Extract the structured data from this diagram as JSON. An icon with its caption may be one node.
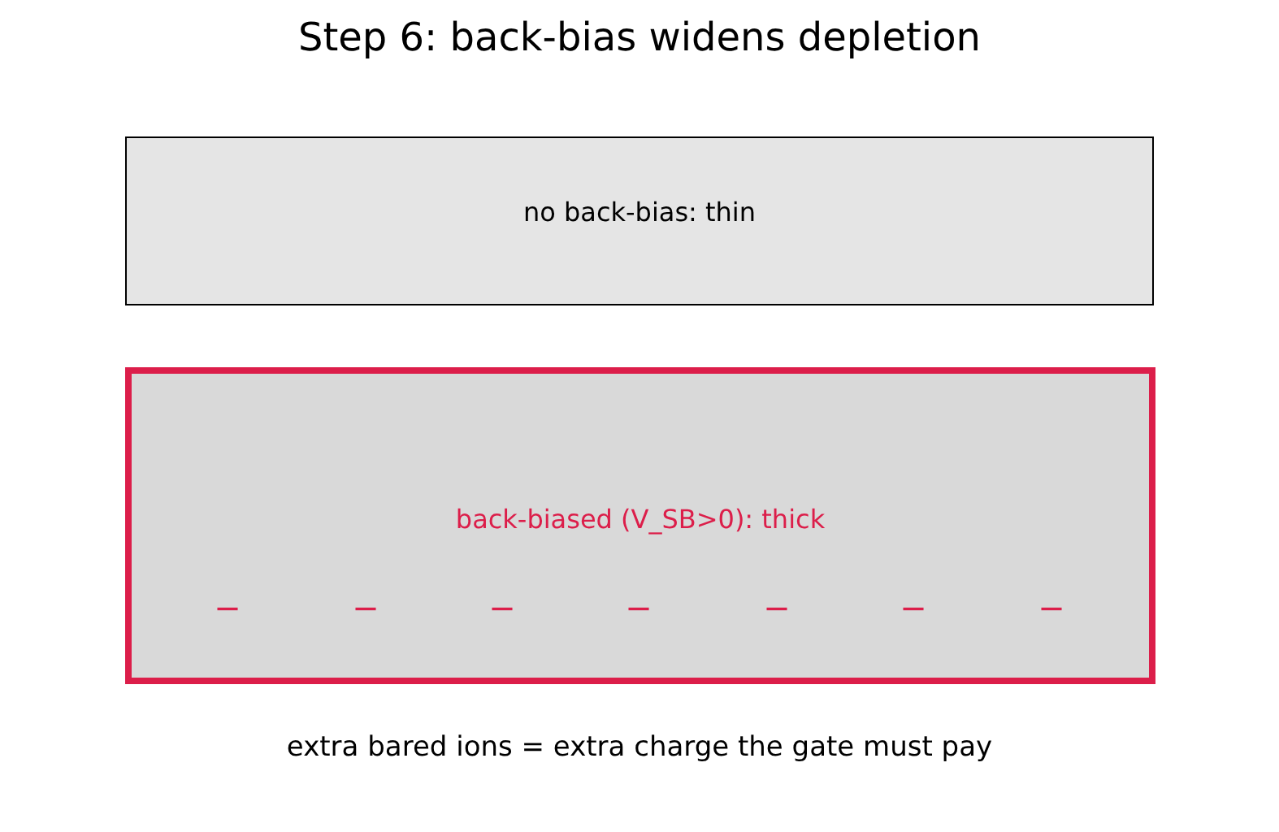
{
  "diagram": {
    "title": "Step 6: back-bias widens depletion",
    "caption": "extra bared ions = extra charge the gate must pay",
    "nodes": [
      {
        "text": [
          "no back-bias: thin"
        ]
      },
      {
        "text": [
          "back-biased (V_SB>0): thick"
        ]
      }
    ],
    "labels": [
      "−",
      "−",
      "−",
      "−",
      "−",
      "−",
      "−"
    ]
  }
}
